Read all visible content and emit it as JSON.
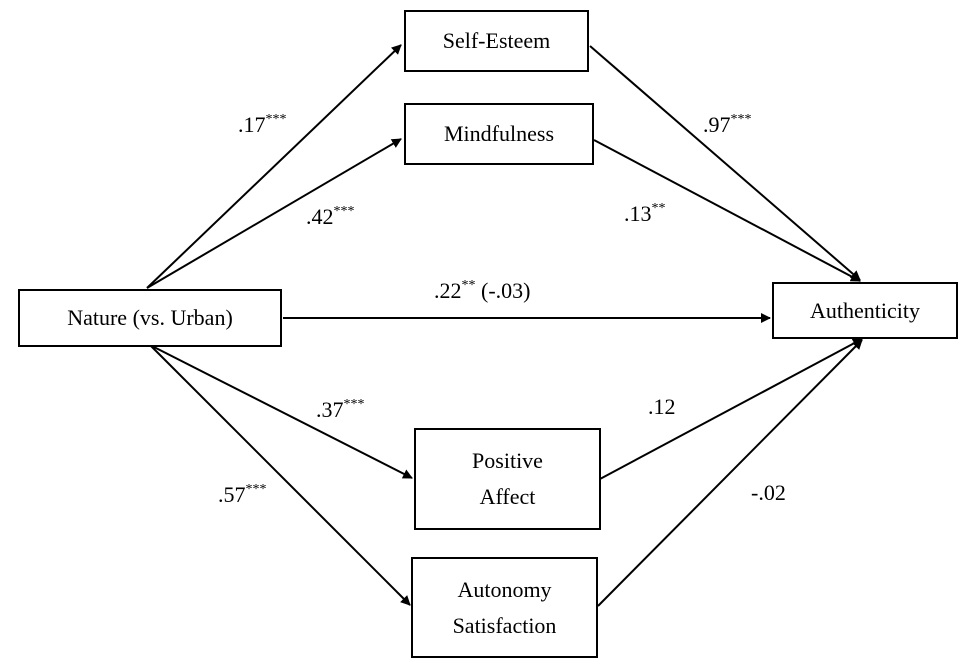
{
  "nodes": {
    "nature": {
      "label": "Nature (vs. Urban)"
    },
    "self_esteem": {
      "label": "Self-Esteem"
    },
    "mindfulness": {
      "label": "Mindfulness"
    },
    "authenticity": {
      "label": "Authenticity"
    },
    "positive_affect": {
      "line1": "Positive",
      "line2": "Affect"
    },
    "autonomy": {
      "line1": "Autonomy",
      "line2": "Satisfaction"
    }
  },
  "paths": {
    "nature_self_esteem": {
      "value": ".17",
      "sig": "***"
    },
    "nature_mindfulness": {
      "value": ".42",
      "sig": "***"
    },
    "self_esteem_authenticity": {
      "value": ".97",
      "sig": "***"
    },
    "mindfulness_authenticity": {
      "value": ".13",
      "sig": "**"
    },
    "nature_authenticity": {
      "value": ".22",
      "sig": "**",
      "suffix": " (-.03)"
    },
    "nature_positive_affect": {
      "value": ".37",
      "sig": "***"
    },
    "nature_autonomy": {
      "value": ".57",
      "sig": "***"
    },
    "positive_affect_authenticity": {
      "value": ".12",
      "sig": ""
    },
    "autonomy_authenticity": {
      "value": "-.02",
      "sig": ""
    }
  }
}
